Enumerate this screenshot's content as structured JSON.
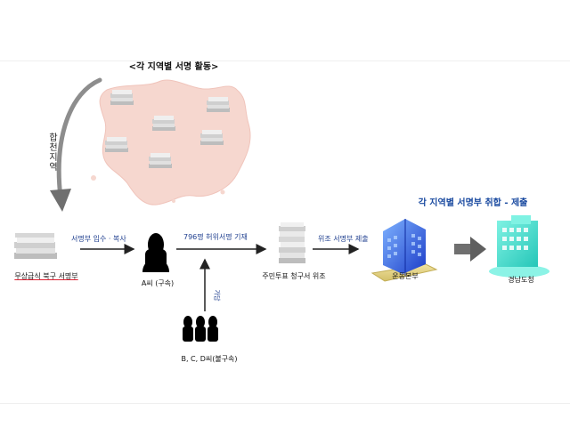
{
  "diagram": {
    "title_top": "<각 지역별 서명 활동>",
    "region_label": "합천 지역",
    "nodes": {
      "source": "무상급식 북구 서명부",
      "person_a": "A씨 (구속)",
      "forged_doc": "주민투표 청구서 위조",
      "hq": "운동본부",
      "office": "경남도청",
      "others": "B, C, D씨(불구속)"
    },
    "edges": {
      "acquire": "서명부 입수 · 복사",
      "fake_sign": "796명 허위서명 기재",
      "submit": "위조 서명부 제출",
      "assist": "가담"
    },
    "title_result": "각 지역별 서명부 취합 - 제출"
  }
}
